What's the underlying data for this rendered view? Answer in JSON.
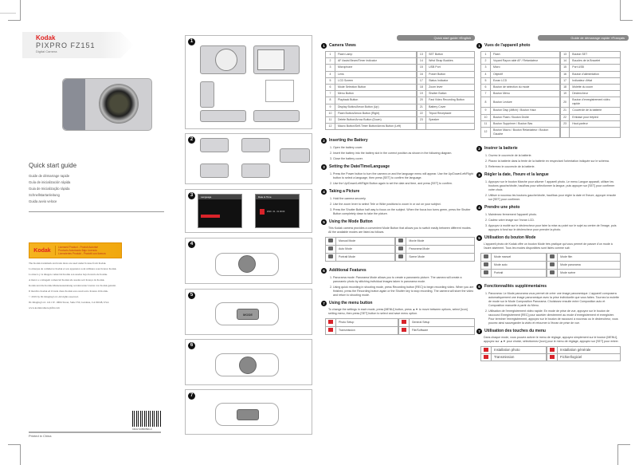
{
  "cover": {
    "brand": "Kodak",
    "product_line": "PIXPRO FZ151",
    "subtitle": "Digital Camera",
    "title": "Quick start guide",
    "languages": [
      "Guide de démarrage rapide",
      "Guía de inicialización rápida",
      "Guia de Inicialização rápida",
      "Schnellstartanleitung",
      "Guida avvio veloce"
    ],
    "license": {
      "brand": "Kodak",
      "lines": [
        "Licensed Product - Produit Autorisé",
        "Producto Autorizado Bajo Licencia",
        "Lizenziertes Produkt - Prodotti con licenza"
      ]
    },
    "legal": [
      "The Kodak trademark and trade dress are used under license from Kodak.",
      "La marque de commerce Kodak et son apparence sont utilisées sous licence Kodak.",
      "La marca y la imagen comercial Kodak son usadas bajo licencia de Kodak.",
      "A marca e a imagem comercial Kodak são usadas sob licença da Kodak.",
      "Kodak und die Kodak-Markenausstattung werden unter Lizenz von Kodak genutzt.",
      "Il marchio Kodak ed il trade dress Kodak sono usati sotto licenza di Kodak.",
      "© 2019 by JK Imaging Ltd. All rights reserved.",
      "JK Imaging Ltd. 1411 W. 190th Street, Suite 550, Gardena, CA 90248, USA",
      "www.kodakcamera.jkftd.com"
    ],
    "barcode": "CR22 93650599-0",
    "printed": "Printed in China"
  },
  "figures": {
    "numbers": [
      "1",
      "2",
      "3",
      "4",
      "5",
      "6",
      "7"
    ],
    "lang_screen": {
      "title": "Language",
      "items_left": [
        "English",
        "Français",
        "Español",
        "Português",
        "Deutsch",
        "Italiano",
        "Nederlands"
      ],
      "items_right": [
        "Русский",
        "Polski",
        "Čeština",
        "Türkçe",
        "Svenska",
        "Dansk",
        "Suomi"
      ],
      "exit": "Exit"
    },
    "date_screen": {
      "title": "Date & Time",
      "value": "2019 . 01 . 01   00:00",
      "back": "Back"
    },
    "mode_button": "MODE",
    "zoom_labels": [
      "W",
      "T"
    ]
  },
  "english": {
    "header": "Quick start guide »English",
    "s1": {
      "num": "1",
      "title": "Camera Views",
      "rows": [
        [
          "1",
          "Flash Lamp",
          "13",
          "SET Button"
        ],
        [
          "2",
          "AF Assist Beam/Timer Indicator",
          "14",
          "Wrist Strap Buckles"
        ],
        [
          "3",
          "Microphone",
          "15",
          "USB Port"
        ],
        [
          "4",
          "Lens",
          "16",
          "Power Button"
        ],
        [
          "5",
          "LCD Screen",
          "17",
          "Status Indicator"
        ],
        [
          "6",
          "Mode Selection Button",
          "18",
          "Zoom lever"
        ],
        [
          "7",
          "Menu Button",
          "19",
          "Shutter Button"
        ],
        [
          "8",
          "Playback Button",
          "20",
          "Fast Video Recording Button"
        ],
        [
          "9",
          "Display Button/Arrow Button (Up)",
          "21",
          "Battery Cover"
        ],
        [
          "10",
          "Flash Button/Arrow Button (Right)",
          "22",
          "Tripod Receptacle"
        ],
        [
          "11",
          "Delete Button/Arrow Button (Down)",
          "23",
          "Speaker"
        ],
        [
          "12",
          "Macro Button/Self-Timer Button/Arrow Button (Left)",
          "",
          ""
        ]
      ]
    },
    "s2": {
      "num": "2",
      "title": "Inserting the Battery",
      "steps": [
        "Open the battery cover.",
        "Insert the battery into the battery slot in the correct position as shown in the following diagram.",
        "Close the battery cover."
      ]
    },
    "s3": {
      "num": "3",
      "title": "Setting the Date/Time/Language",
      "steps": [
        "Press the Power button to turn the camera on and the language menu will appear. Use the Up/Down/Left/Right button to select a language, then press [SET] to confirm the language.",
        "Use the Up/Down/Left/Right Button again to set the date and time, and press [SET] to confirm."
      ]
    },
    "s4": {
      "num": "4",
      "title": "Taking a Picture",
      "steps": [
        "Hold the camera securely.",
        "Use the zoom lever to select Tele or Wide positions to zoom in or out on your subject.",
        "Press the Shutter Button half way to focus on the subject. When the focus box turns green, press the Shutter Button completely down to take the picture."
      ]
    },
    "s5": {
      "num": "5",
      "title": "Using the Mode Button",
      "intro": "This Kodak camera provides a convenient Mode Button that allows you to switch easily between different modes. All the available modes are listed as follows.",
      "modes": [
        [
          "Manual Mode",
          "Movie Mode"
        ],
        [
          "Auto Mode",
          "Panorama Mode"
        ],
        [
          "Portrait Mode",
          "Scene Mode"
        ]
      ]
    },
    "s6": {
      "num": "6",
      "title": "Additional Features",
      "steps": [
        "Panorama mode: Panorama Mode allows you to create a panoramic picture. The camera will create a panoramic photo by stitching individual images taken in panorama mode.",
        "Using quick recording in shooting mode, press Recording button [REC] to begin recording video. When you are finished, press the Recording button again or the Shutter key to stop recording. The camera will store the video and return to shooting mode."
      ]
    },
    "s7": {
      "num": "7",
      "title": "Using the menu button",
      "intro": "To change the settings in each mode, press [MENU] button, press ▲▼ to move between options, select [icon] setting menu, then press [SET] button to select and save menu option.",
      "menus": [
        [
          "Photo Setup",
          "General Setup"
        ],
        [
          "Transmission",
          "File/Software"
        ]
      ]
    }
  },
  "french": {
    "header": "Guide de démarrage rapide »Français",
    "s1": {
      "num": "1",
      "title": "Vues de l'appareil photo",
      "rows": [
        [
          "1",
          "Flash",
          "13",
          "Bouton SET"
        ],
        [
          "2",
          "Voyant Rayon aide AF / Retardateur",
          "14",
          "Boucles de la Bracelet"
        ],
        [
          "3",
          "Micro",
          "15",
          "Port USB"
        ],
        [
          "4",
          "Objectif",
          "16",
          "Bouton d'alimentation"
        ],
        [
          "5",
          "Ecran LCD",
          "17",
          "Indicateur d'état"
        ],
        [
          "6",
          "Bouton de sélection du mode",
          "18",
          "Molette du zoom"
        ],
        [
          "7",
          "Bouton Menu",
          "19",
          "Déclencheur"
        ],
        [
          "8",
          "Bouton Lecture",
          "20",
          "Bouton d'enregistrement vidéo rapide"
        ],
        [
          "9",
          "Bouton Disp (Affich) / Bouton Haut",
          "21",
          "Couvercle de la batterie"
        ],
        [
          "10",
          "Bouton Flash / Bouton Droite",
          "22",
          "Embase pour trépied"
        ],
        [
          "11",
          "Bouton Supprimer / Bouton Bas",
          "23",
          "Haut-parleur"
        ],
        [
          "12",
          "Bouton Macro / Bouton Retardateur / Bouton Gauche",
          "",
          ""
        ]
      ]
    },
    "s2": {
      "num": "2",
      "title": "Insérer la batterie",
      "steps": [
        "Ouvrez le couvercle de la batterie.",
        "Placez la batterie dans la fente de la batterie en respectant l'orientation indiquée sur le schéma.",
        "Refermez le couvercle de la batterie."
      ]
    },
    "s3": {
      "num": "3",
      "title": "Régler la date, l'heure et la langue",
      "steps": [
        "Appuyez sur le bouton Marche pour allumer l' appareil photo. Le menu Langue apparaît, utiliser les boutons gauche/droite, haut/bas pour sélectionner la langue, puis appuyer sur [SET] pour confirmer votre choix.",
        "Utiliser à nouveau les boutons gauche/droite, haut/bas pour régler la date et l'heure, appuyer ensuite sur [SET] pour confirmer."
      ]
    },
    "s4": {
      "num": "4",
      "title": "Prendre une photo",
      "steps": [
        "Maintenez fermement l'appareil photo.",
        "Cadrez votre image sur l'écran LCD.",
        "Appuyez à moitié sur le déclencheur pour faire la mise au point sur le sujet au centre de l'image, puis appuyez à fond sur le déclencheur pour prendre la photo."
      ]
    },
    "s5": {
      "num": "5",
      "title": "Utilisation du bouton Mode",
      "intro": "L'appareil photo de Kodak offre un bouton Mode très pratique qui vous permet de passer d'un mode à l'autre aisément. Tous les modes disponibles sont listés comme suit:",
      "modes": [
        [
          "Mode manuel",
          "Mode film"
        ],
        [
          "Mode auto",
          "Mode panorama"
        ],
        [
          "Portrait",
          "Mode scène"
        ]
      ]
    },
    "s6": {
      "num": "6",
      "title": "Fonctionnalités supplémentaires",
      "steps": [
        "Panorama: Le Mode panorama vous permet de créer une image panoramique. L'appareil composera automatiquement une image panoramique avec la prise individuelle que vous faites. Tournez la molette de mode sur le Mode Composition Panorama. Choisissez ensuite entre Composition auto et Composition manuelle à partir du Menu.",
        "Utilisation de l'enregistrement vidéo rapide: En mode de prise de vue, appuyez sur le bouton de raccourci Enregistrement [REC] pour accéder directement au mode d'enregistrement et enregistrer. Pour terminer l'enregistrement, appuyez sur le bouton de raccourci à nouveau ou le déclencheur, vous pouvez ainsi sauvegarder la vidéo et retourner à l'écran de prise de vue."
      ]
    },
    "s7": {
      "num": "7",
      "title": "Utilisation des touches du menu",
      "intro": "Dans chaque mode, vous pouvez activer le menu de réglage, appuyez simplement sur le bouton [MENU], appuyez sur ▲▼ pour choisir, sélectionnez [icon] pour le menu de réglage, appuyez sur [SET] pour entrer.",
      "menus": [
        [
          "Installation photo",
          "Installation générale"
        ],
        [
          "Transmission",
          "Fichier/logiciel"
        ]
      ]
    }
  }
}
